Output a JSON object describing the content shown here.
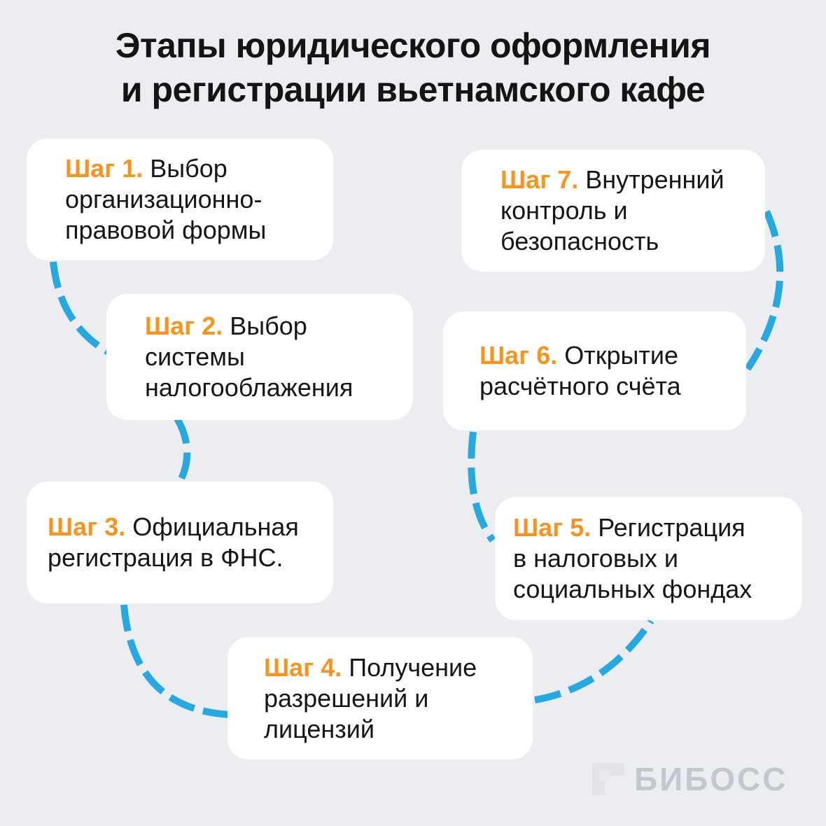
{
  "title": "Этапы юридического оформления\nи регистрации вьетнамского кафе",
  "steps": [
    {
      "label": "Шаг 1.",
      "text": "Выбор\nорганизационно-\nправовой формы"
    },
    {
      "label": "Шаг 2.",
      "text": "Выбор\nсистемы\nналогооблажения"
    },
    {
      "label": "Шаг 3.",
      "text": "Официальная\nрегистрация в ФНС."
    },
    {
      "label": "Шаг 4.",
      "text": "Получение\nразрешений и\nлицензий"
    },
    {
      "label": "Шаг 5.",
      "text": "Регистрация\nв налоговых и\nсоциальных фондах"
    },
    {
      "label": "Шаг 6.",
      "text": "Открытие\nрасчётного счёта"
    },
    {
      "label": "Шаг 7.",
      "text": "Внутренний\nконтроль и\nбезопасность"
    }
  ],
  "logo": {
    "text": "БИБОСС"
  },
  "colors": {
    "background": "#ECEDF0",
    "card": "#FFFFFF",
    "step_label_orange": "#F7941E",
    "connector_blue": "#25A9E0",
    "title_text": "#141414",
    "body_text": "#161616",
    "logo_gray": "#C3C7CF"
  }
}
